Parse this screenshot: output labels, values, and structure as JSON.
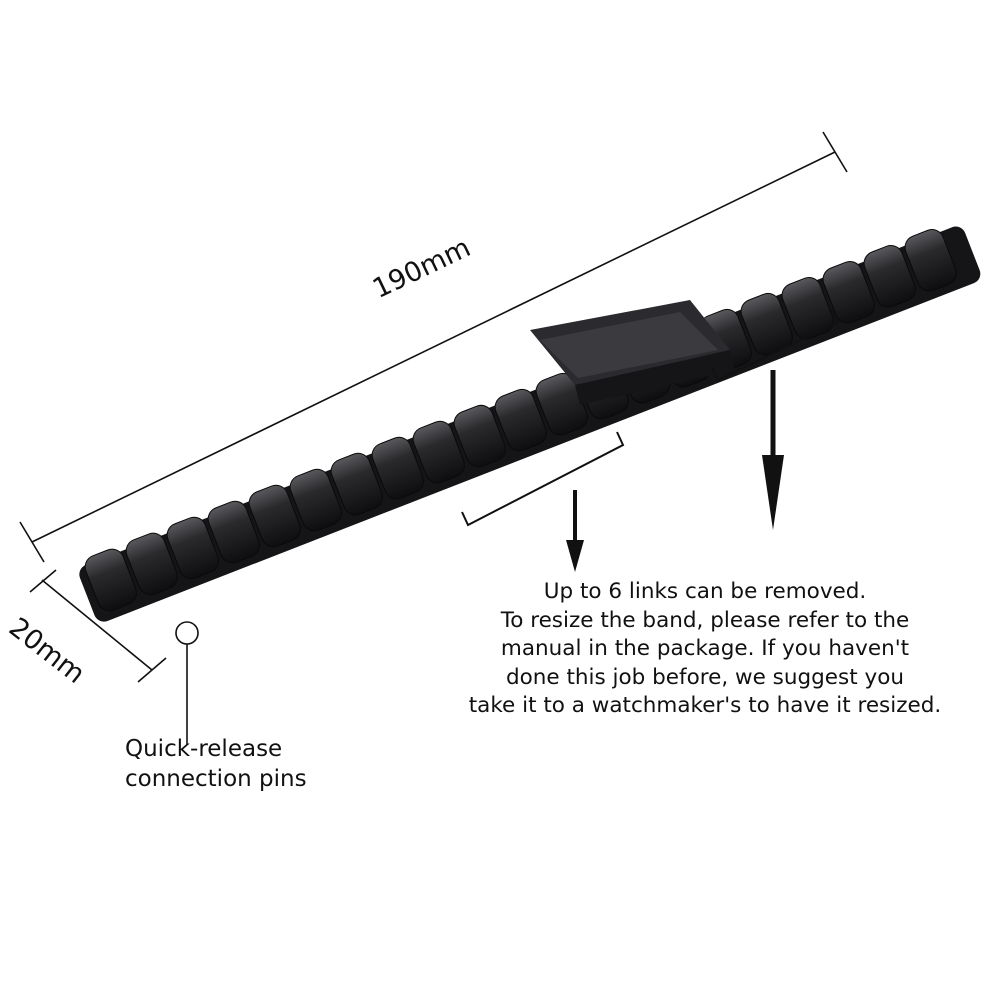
{
  "dimensions": {
    "length": "190mm",
    "width": "20mm"
  },
  "pin_label": [
    "Quick-release",
    "connection pins"
  ],
  "info_text": [
    "Up to 6 links can be removed.",
    "To resize the band, please refer to the",
    "manual in the package. If you haven't",
    "done this job before, we suggest you",
    "take it to a watchmaker's to have it resized."
  ],
  "colors": {
    "band": "#1c1c1e",
    "band_highlight": "#4a4a4e",
    "lines": "#111111"
  }
}
